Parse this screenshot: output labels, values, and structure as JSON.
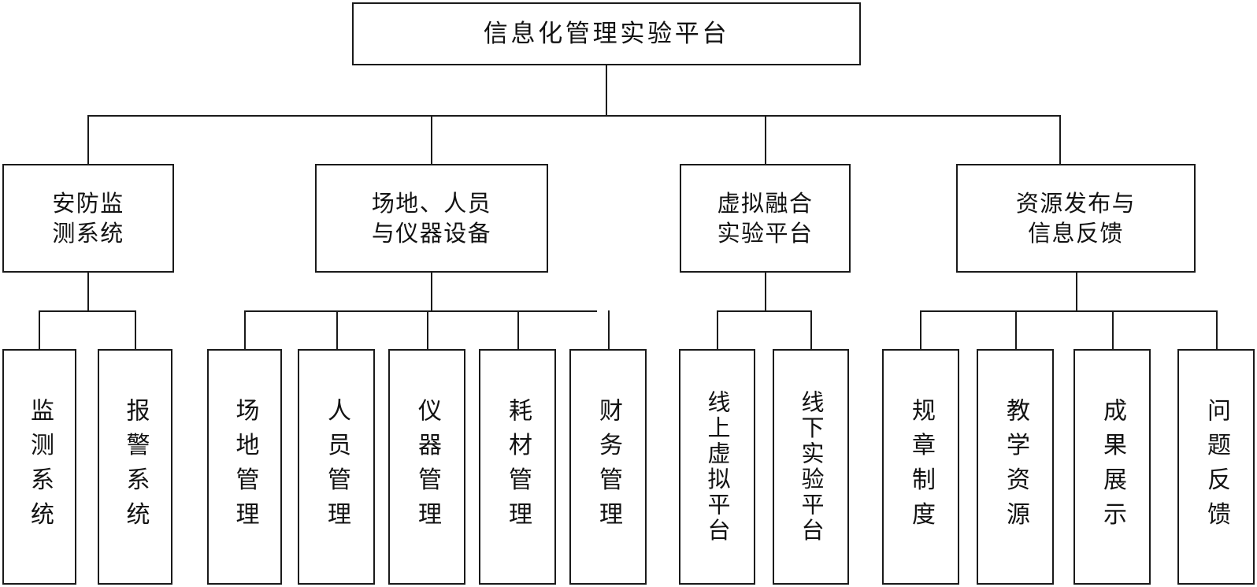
{
  "diagram": {
    "title": "信息化管理实验平台",
    "type": "organizational-hierarchy",
    "levels": 3,
    "root": {
      "id": "root",
      "label": "信息化管理实验平台"
    },
    "branches": [
      {
        "id": "branch-security",
        "label": "安防监\n测系统",
        "plain": "安防监测系统",
        "children": [
          {
            "id": "leaf-monitoring-system",
            "label": "监测系统"
          },
          {
            "id": "leaf-alarm-system",
            "label": "报警系统"
          }
        ]
      },
      {
        "id": "branch-venue-personnel-equipment",
        "label": "场地、人员\n与仪器设备",
        "plain": "场地、人员与仪器设备",
        "children": [
          {
            "id": "leaf-venue-management",
            "label": "场地管理"
          },
          {
            "id": "leaf-personnel-management",
            "label": "人员管理"
          },
          {
            "id": "leaf-instrument-management",
            "label": "仪器管理"
          },
          {
            "id": "leaf-consumable-management",
            "label": "耗材管理"
          },
          {
            "id": "leaf-finance-management",
            "label": "财务管理"
          }
        ]
      },
      {
        "id": "branch-virtual-fusion",
        "label": "虚拟融合\n实验平台",
        "plain": "虚拟融合实验平台",
        "children": [
          {
            "id": "leaf-online-virtual-platform",
            "label": "线上虚拟平台"
          },
          {
            "id": "leaf-offline-experiment-platform",
            "label": "线下实验平台"
          }
        ]
      },
      {
        "id": "branch-resource-feedback",
        "label": "资源发布与\n信息反馈",
        "plain": "资源发布与信息反馈",
        "children": [
          {
            "id": "leaf-rules-regulations",
            "label": "规章制度"
          },
          {
            "id": "leaf-teaching-resources",
            "label": "教学资源"
          },
          {
            "id": "leaf-achievement-display",
            "label": "成果展示"
          },
          {
            "id": "leaf-issue-feedback",
            "label": "问题反馈"
          }
        ]
      }
    ],
    "colors": {
      "stroke": "#1a1a1a",
      "text": "#121212",
      "background": "#ffffff"
    }
  }
}
